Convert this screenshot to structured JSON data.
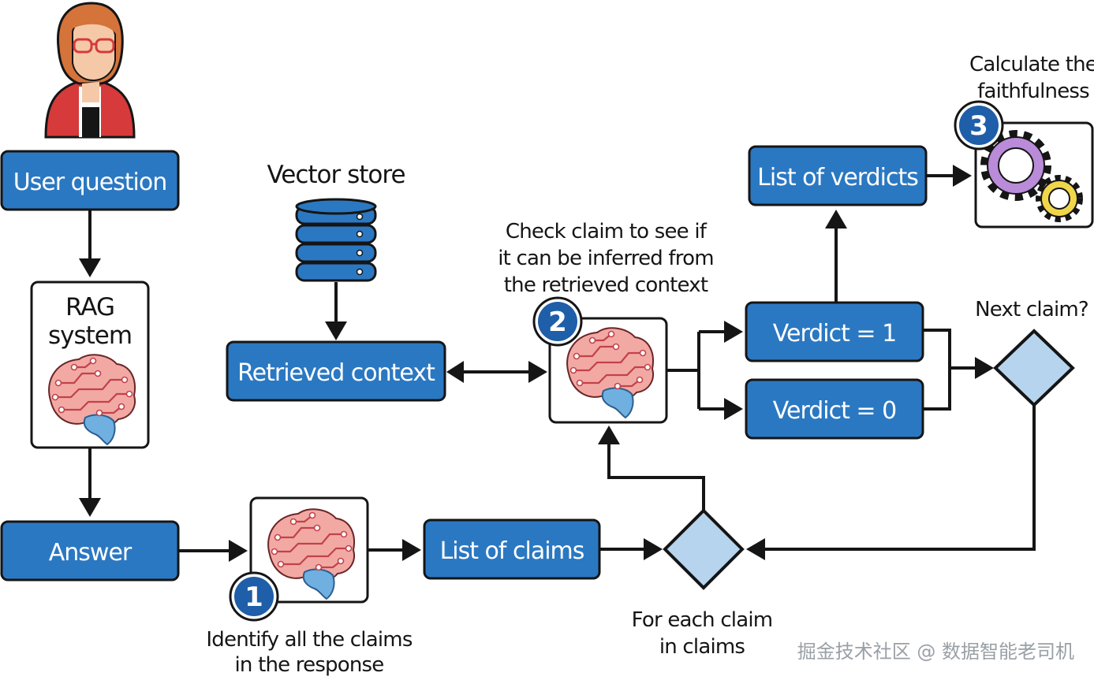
{
  "nodes": {
    "user_question": "User question",
    "rag_system": [
      "RAG",
      "system"
    ],
    "answer": "Answer",
    "vector_store": "Vector store",
    "retrieved_context": "Retrieved context",
    "list_of_claims": "List of claims",
    "verdict_1": "Verdict = 1",
    "verdict_0": "Verdict = 0",
    "list_of_verdicts": "List of verdicts"
  },
  "steps": [
    {
      "number": "1",
      "caption": [
        "Identify all the claims",
        "in the response"
      ]
    },
    {
      "number": "2",
      "caption": [
        "Check claim to see if",
        "it can be inferred from",
        "the retrieved context"
      ]
    },
    {
      "number": "3",
      "caption": [
        "Calculate the",
        "faithfulness"
      ]
    }
  ],
  "decisions": {
    "for_each": [
      "For each claim",
      "in claims"
    ],
    "next_claim": "Next claim?"
  },
  "watermark": "掘金技术社区 @ 数据智能老司机",
  "colors": {
    "box_blue": "#2b78c2",
    "diamond_fill": "#b6d4ee",
    "badge_blue": "#1f5ea8",
    "brain_pink": "#f2a9a4",
    "gear_purple": "#b98bd8",
    "gear_yellow": "#f0d64a"
  },
  "icons": [
    "user-avatar",
    "brain-icon",
    "database-icon",
    "gears-icon"
  ]
}
